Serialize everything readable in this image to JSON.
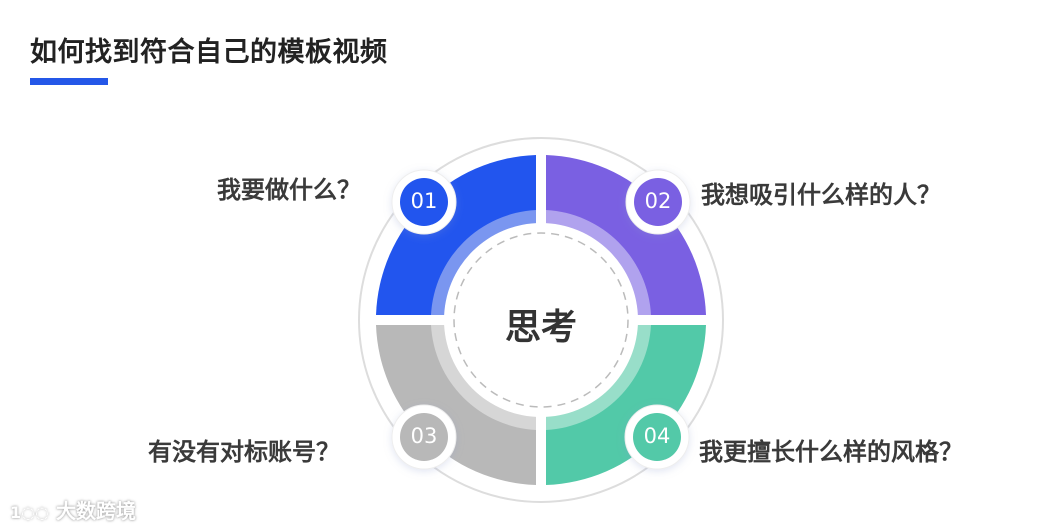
{
  "header": {
    "title": "如何找到符合自己的模板视频",
    "accent_color": "#2457E8"
  },
  "diagram": {
    "center_label": "思考",
    "quadrants": [
      {
        "number": "01",
        "label": "我要做什么？",
        "color": "#2255EE",
        "inner_color": "#7A96F0",
        "position": "top-left"
      },
      {
        "number": "02",
        "label": "我想吸引什么样的人？",
        "color": "#7A60E2",
        "inner_color": "#B0A2EE",
        "position": "top-right"
      },
      {
        "number": "03",
        "label": "有没有对标账号？",
        "color": "#B8B8B8",
        "inner_color": "#D6D6D6",
        "position": "bottom-left"
      },
      {
        "number": "04",
        "label": "我更擅长什么样的风格？",
        "color": "#52C9A8",
        "inner_color": "#98DEC9",
        "position": "bottom-right"
      }
    ]
  },
  "watermark": {
    "text": "大数跨境",
    "logo": "100-logo-icon"
  }
}
